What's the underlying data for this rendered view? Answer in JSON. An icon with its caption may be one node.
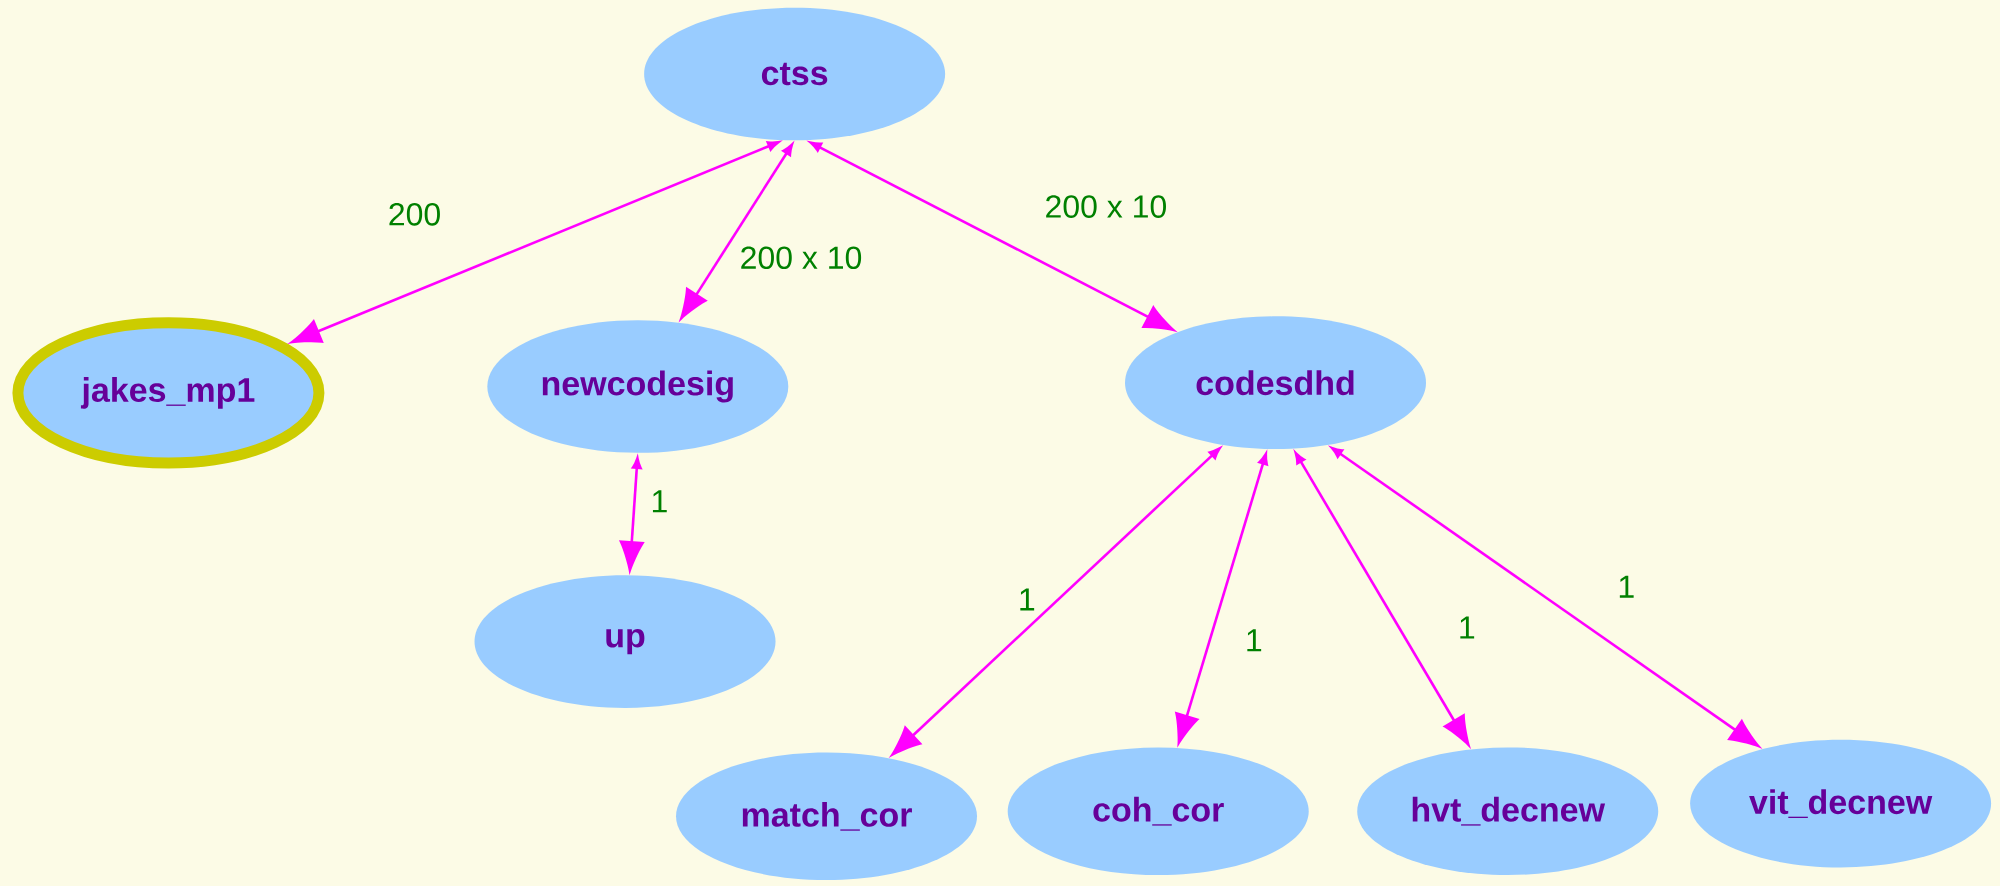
{
  "diagram": {
    "nodes": [
      {
        "text": [
          "ctss"
        ]
      },
      {
        "text": [
          "jakes_mp1"
        ]
      },
      {
        "text": [
          "newcodesig"
        ]
      },
      {
        "text": [
          "codesdhd"
        ]
      },
      {
        "text": [
          "up"
        ]
      },
      {
        "text": [
          "match_cor"
        ]
      },
      {
        "text": [
          "coh_cor"
        ]
      },
      {
        "text": [
          "hvt_decnew"
        ]
      },
      {
        "text": [
          "vit_decnew"
        ]
      }
    ],
    "edges": [
      {
        "from": 0,
        "to": 1,
        "arrow": "both",
        "label": "200"
      },
      {
        "from": 0,
        "to": 2,
        "arrow": "both",
        "label": "200 x 10"
      },
      {
        "from": 0,
        "to": 3,
        "arrow": "both",
        "label": "200 x 10"
      },
      {
        "from": 2,
        "to": 4,
        "arrow": "both",
        "label": "1"
      },
      {
        "from": 3,
        "to": 5,
        "arrow": "both",
        "label": "1"
      },
      {
        "from": 3,
        "to": 6,
        "arrow": "both",
        "label": "1"
      },
      {
        "from": 3,
        "to": 7,
        "arrow": "both",
        "label": "1"
      },
      {
        "from": 3,
        "to": 8,
        "arrow": "both",
        "label": "1"
      }
    ]
  }
}
